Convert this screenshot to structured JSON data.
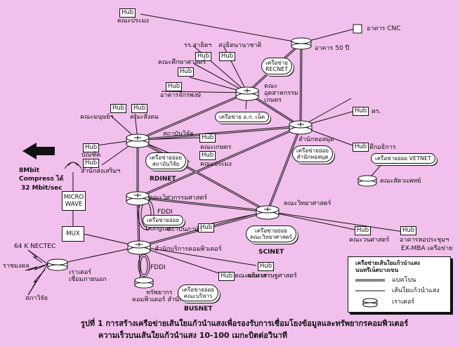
{
  "hub_label": "Hub",
  "labels": {
    "top_hub_faculty": "คณะประมง",
    "building_cnc": "อาคาร CNC",
    "building_50y": "อาคาร 50 ปี",
    "rr_satit": "รร.สาธิตฯ",
    "satit_nation": "สาธิตนานาชาติ",
    "education": "คณะศึกษาศาสตร์",
    "jakrapong": "อาคารจักรพงษ์",
    "agro_ind": "คณะอุตสาหกรรมเกษตร",
    "humanities": "คณะมนุษย์ฯ",
    "social": "คณะสังคม",
    "research_inst": "สถาบันวิจัย",
    "agriculture": "คณะเกษตร",
    "fisheries": "คณะประมง",
    "graduate": "บัณฑิต",
    "extension": "สำนักส่งเสริมฯ",
    "tr": "ตร.",
    "library": "สำนักหอสมุด",
    "kitakan": "ตึกอธิการ",
    "vet": "คณะสัตวแพทย์",
    "engineering": "คณะวิศวกรรมศาสตร์",
    "science": "คณะวิทยาศาสตร์",
    "forestry": "คณะวนศาสตร์",
    "exmba_bldg": "อาคารหอประชุมฯ",
    "exmba": "EX-MBA เครือข่าย",
    "language": "สถาบันภาษา",
    "computer_center": "สำนักบริการคอมพิวเตอร์",
    "economics": "คณะเศรษฐศาสตร์",
    "business": "คณะบริหาร",
    "fddi1": "FDDI",
    "fddi2": "FDDI",
    "dongtal": "Dongtal",
    "resources": "ทรัพยากร\nคอมพิวเตอร์ สำนักฯ",
    "router_lbl": "เราเตอร์\nเชื่อมภายนอก",
    "nectec": "64 K NECTEC",
    "rachamongkol": "ราชมงคล",
    "samrit": "สภาวิจัย",
    "speed1": "8Mbit",
    "speed2": "Compress ได้",
    "speed3": "32 Mbit/sec"
  },
  "boxes": {
    "microwave": "MICRO\nWAVE",
    "mux": "MUX"
  },
  "clouds": {
    "recnet": "เครือข่าย\nRECNET",
    "ocr": "เครือข่าย อ.ก. เน็ต",
    "lib_net": "เครือข่ายย่อย\nสำนักหอสมุด",
    "vetnet": "เครือข่ายย่อย VETNET",
    "rd_net": "เครือข่ายย่อย\nสถาบันวิจัย",
    "fddi_net": "เครือข่ายย่อย",
    "sci_net": "เครือข่ายย่อย\nคณะวิทยาศาสตร์",
    "bus_net": "เครือข่ายย่อย\nคณะบริหาร"
  },
  "network_names": {
    "rdinet": "RDINET",
    "scinet": "SCINET",
    "busnet": "BUSNET"
  },
  "legend": {
    "title": "เครือข่ายเส้นใยแก้วนำแสง\nนนทรีเน็ตบางเขน",
    "item1": "แบคโบน",
    "item2": "เส้นใยแก้วนำแสง",
    "item3": "เราเตอร์"
  },
  "caption": {
    "line1": "รูปที่ 1  การสร้างเครือข่ายเส้นใยแก้วนำแสงเพื่อรองรับการเชื่อมโยงข้อมูลและทรัพยากรคอมพิวเตอร์",
    "line2": "ความเร็วบนเส้นใยแก้วนำแสง 10-100 เมกะบิตต่อวินาที"
  }
}
